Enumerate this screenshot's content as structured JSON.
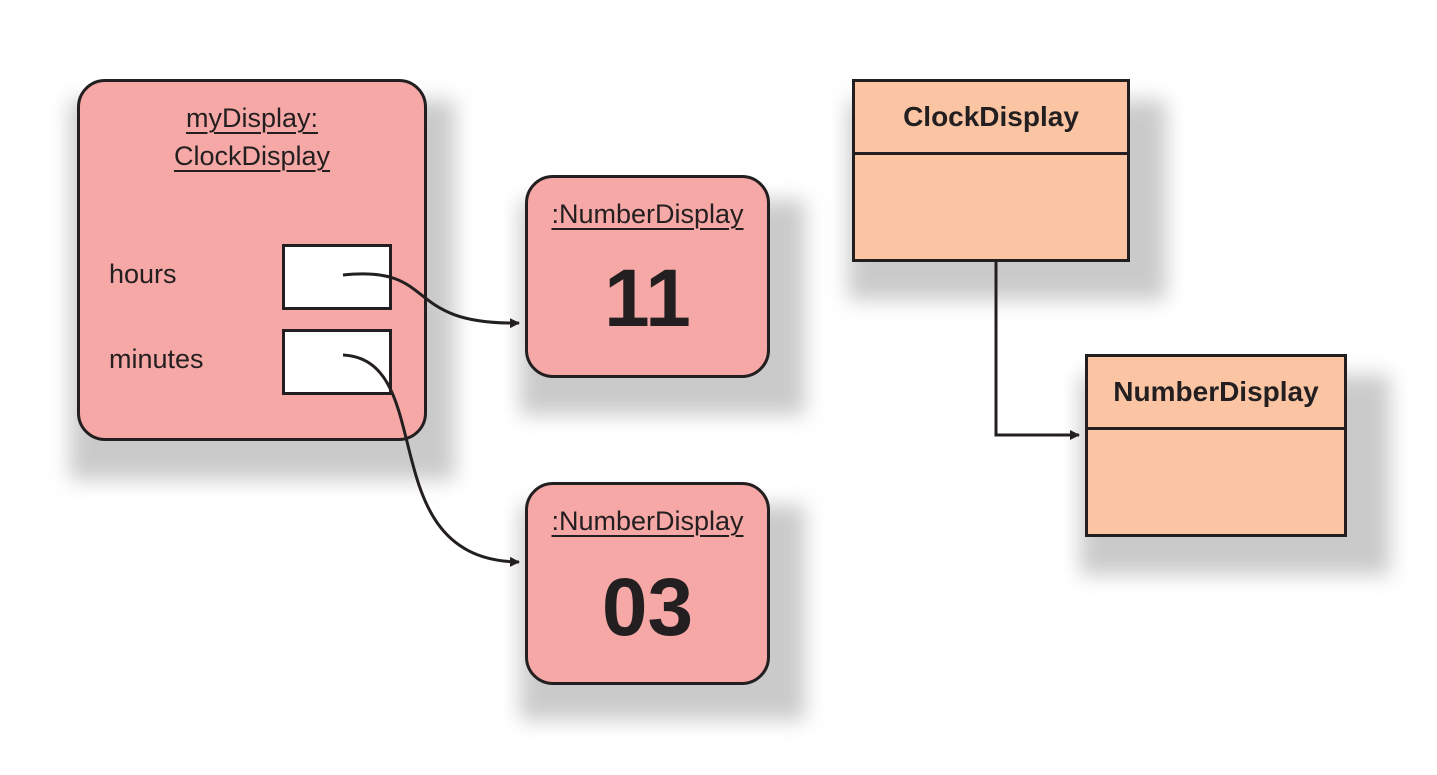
{
  "object_diagram": {
    "clock_object": {
      "title_line1": "myDisplay:",
      "title_line2": "ClockDisplay",
      "fields": [
        {
          "label": "hours"
        },
        {
          "label": "minutes"
        }
      ]
    },
    "number_objects": [
      {
        "title": ":NumberDisplay",
        "value": "11"
      },
      {
        "title": ":NumberDisplay",
        "value": "03"
      }
    ]
  },
  "class_diagram": {
    "classes": [
      {
        "name": "ClockDisplay"
      },
      {
        "name": "NumberDisplay"
      }
    ]
  },
  "colors": {
    "object_fill": "#f6a8a6",
    "class_fill": "#fbc5a4",
    "outline": "#231f20",
    "shadow": "#b9b9b9"
  }
}
